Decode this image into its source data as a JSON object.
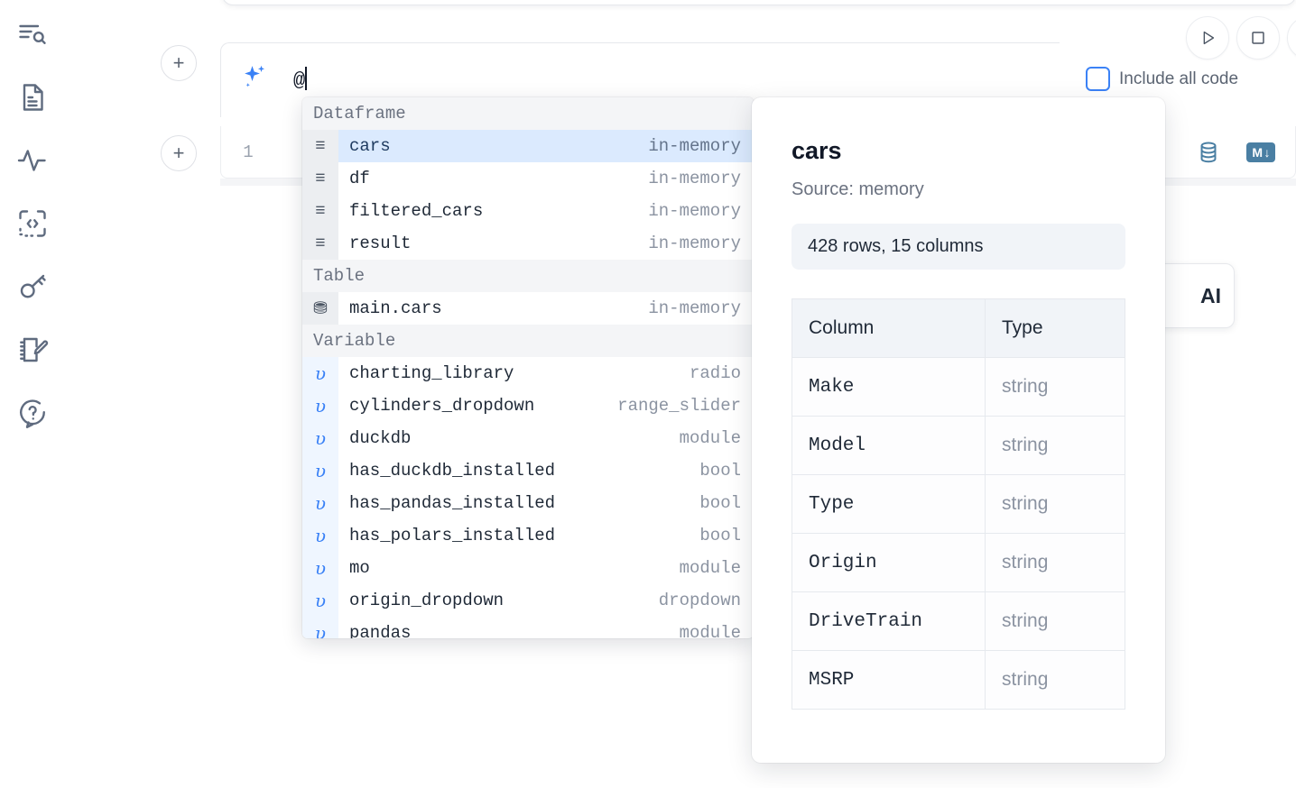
{
  "rail": {
    "items": [
      {
        "name": "explore-icon",
        "label": "Explore"
      },
      {
        "name": "document-icon",
        "label": "Notebook"
      },
      {
        "name": "activity-icon",
        "label": "Activity"
      },
      {
        "name": "code-icon",
        "label": "Code"
      },
      {
        "name": "key-icon",
        "label": "Secrets"
      },
      {
        "name": "notepad-edit-icon",
        "label": "Scratchpad"
      },
      {
        "name": "help-icon",
        "label": "Help"
      }
    ]
  },
  "toolbar": {
    "add_label": "+",
    "run_label": "Run",
    "stop_label": "Stop",
    "include_all_code_label": "Include all code",
    "include_all_code_checked": false
  },
  "prompt": {
    "value": "@",
    "sparkle_icon": "sparkle-icon"
  },
  "cell": {
    "number": "1",
    "database_icon": "database-icon",
    "markdown_badge": "M",
    "markdown_arrow": "↓"
  },
  "ai_card": {
    "label": "AI"
  },
  "autocomplete": {
    "groups": [
      {
        "label": "Dataframe",
        "icon": "dataframe-icon",
        "icon_glyph": "≡",
        "icon_class": "df",
        "items": [
          {
            "name": "cars",
            "kind": "in-memory",
            "selected": true
          },
          {
            "name": "df",
            "kind": "in-memory",
            "selected": false
          },
          {
            "name": "filtered_cars",
            "kind": "in-memory",
            "selected": false
          },
          {
            "name": "result",
            "kind": "in-memory",
            "selected": false
          }
        ]
      },
      {
        "label": "Table",
        "icon": "table-icon",
        "icon_glyph": "⛃",
        "icon_class": "tbl",
        "items": [
          {
            "name": "main.cars",
            "kind": "in-memory",
            "selected": false
          }
        ]
      },
      {
        "label": "Variable",
        "icon": "variable-icon",
        "icon_glyph": "υ",
        "icon_class": "var",
        "items": [
          {
            "name": "charting_library",
            "kind": "radio",
            "selected": false
          },
          {
            "name": "cylinders_dropdown",
            "kind": "range_slider",
            "selected": false
          },
          {
            "name": "duckdb",
            "kind": "module",
            "selected": false
          },
          {
            "name": "has_duckdb_installed",
            "kind": "bool",
            "selected": false
          },
          {
            "name": "has_pandas_installed",
            "kind": "bool",
            "selected": false
          },
          {
            "name": "has_polars_installed",
            "kind": "bool",
            "selected": false
          },
          {
            "name": "mo",
            "kind": "module",
            "selected": false
          },
          {
            "name": "origin_dropdown",
            "kind": "dropdown",
            "selected": false
          },
          {
            "name": "pandas",
            "kind": "module",
            "selected": false
          }
        ]
      }
    ]
  },
  "preview": {
    "title": "cars",
    "source": "Source: memory",
    "stats": "428 rows, 15 columns",
    "columns_header": "Column",
    "type_header": "Type",
    "rows": [
      {
        "column": "Make",
        "type": "string"
      },
      {
        "column": "Model",
        "type": "string"
      },
      {
        "column": "Type",
        "type": "string"
      },
      {
        "column": "Origin",
        "type": "string"
      },
      {
        "column": "DriveTrain",
        "type": "string"
      },
      {
        "column": "MSRP",
        "type": "string"
      }
    ]
  },
  "colors": {
    "accent_blue": "#3b82f6",
    "selected_row": "#dbeafe",
    "group_header_bg": "#f4f5f7",
    "icon_teal": "#4a7fa3",
    "muted_text": "#8b93a1"
  }
}
